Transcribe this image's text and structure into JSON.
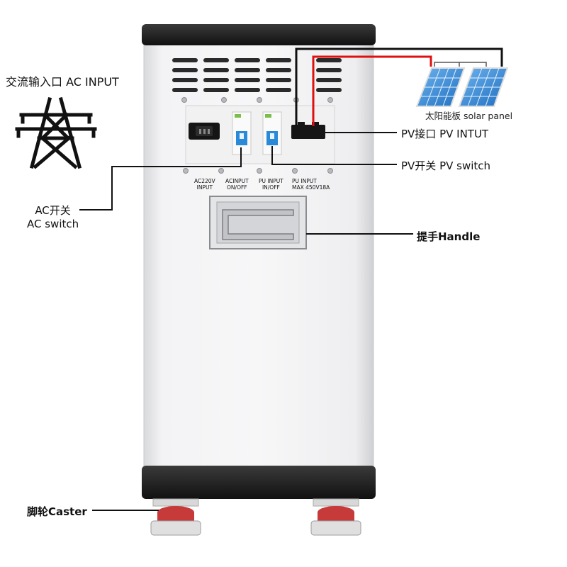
{
  "callouts": {
    "ac_input": "交流输入口   AC INPUT",
    "solar_panel": "太阳能板 solar panel",
    "pv_input": "PV接口  PV INTUT",
    "pv_switch": "PV开关  PV switch",
    "ac_switch_cn": "AC开关",
    "ac_switch_en": "AC switch",
    "handle": "提手Handle",
    "caster": "脚轮Caster"
  },
  "panel_labels": {
    "ac220v_line1": "AC220V",
    "ac220v_line2": "INPUT",
    "acinput_line1": "ACINPUT",
    "acinput_line2": "ON/OFF",
    "puinput_line1": "PU INPUT",
    "puinput_line2": "IN/OFF",
    "pumax_line1": "PU INPUT",
    "pumax_line2": "MAX 450V18A"
  },
  "colors": {
    "body": "#efeff1",
    "cap": "#1f1f1f",
    "breaker": "#2b8ad8",
    "wire_red": "#e01010",
    "wire_black": "#111111",
    "solar": "#3b8fd6"
  }
}
